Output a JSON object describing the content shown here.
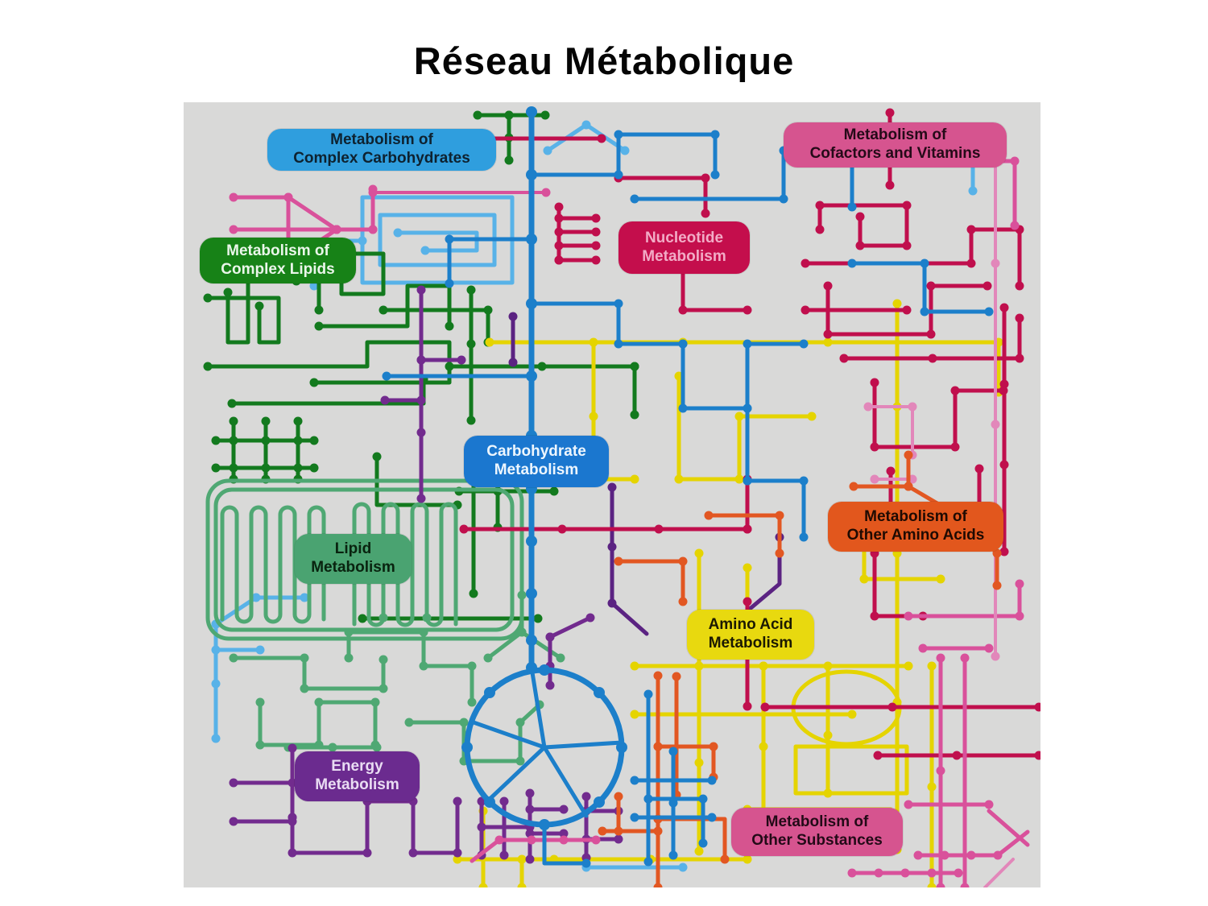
{
  "title": "Réseau Métabolique",
  "diagram": {
    "labels": [
      {
        "id": "complex-carbohydrates",
        "line1": "Metabolism of",
        "line2": "Complex Carbohydrates",
        "bg": "#2f9ede",
        "fg": "#0e2230"
      },
      {
        "id": "cofactors-vitamins",
        "line1": "Metabolism of",
        "line2": "Cofactors and Vitamins",
        "bg": "#d6548f",
        "fg": "#250a18"
      },
      {
        "id": "complex-lipids",
        "line1": "Metabolism of",
        "line2": "Complex Lipids",
        "bg": "#178217",
        "fg": "#eaf6ea"
      },
      {
        "id": "nucleotide",
        "line1": "Nucleotide",
        "line2": "Metabolism",
        "bg": "#c40e4c",
        "fg": "#f2abc6"
      },
      {
        "id": "carbohydrate",
        "line1": "Carbohydrate",
        "line2": "Metabolism",
        "bg": "#1b77cf",
        "fg": "#edf6fe"
      },
      {
        "id": "other-amino-acids",
        "line1": "Metabolism of",
        "line2": "Other Amino Acids",
        "bg": "#e2571d",
        "fg": "#1f0a02"
      },
      {
        "id": "lipid",
        "line1": "Lipid",
        "line2": "Metabolism",
        "bg": "#4aa371",
        "fg": "#09230f"
      },
      {
        "id": "amino-acid",
        "line1": "Amino Acid",
        "line2": "Metabolism",
        "bg": "#e8d90f",
        "fg": "#1c1a02"
      },
      {
        "id": "energy",
        "line1": "Energy",
        "line2": "Metabolism",
        "bg": "#6b2b8f",
        "fg": "#e9dcf3"
      },
      {
        "id": "other-substances",
        "line1": "Metabolism of",
        "line2": "Other Substances",
        "bg": "#d6548f",
        "fg": "#230a17"
      }
    ],
    "network_colors": {
      "background": "#d9d9d8",
      "page": "#ffffff",
      "blue": "#1c7fca",
      "light_blue": "#58b2e8",
      "dark_green": "#137a1e",
      "sea_green": "#4fa873",
      "crimson": "#c00f4d",
      "pink": "#d9519b",
      "light_pink": "#e287ba",
      "yellow": "#e5d400",
      "purple": "#722b8e",
      "dark_purple": "#5b2382",
      "orange": "#e25722"
    }
  }
}
